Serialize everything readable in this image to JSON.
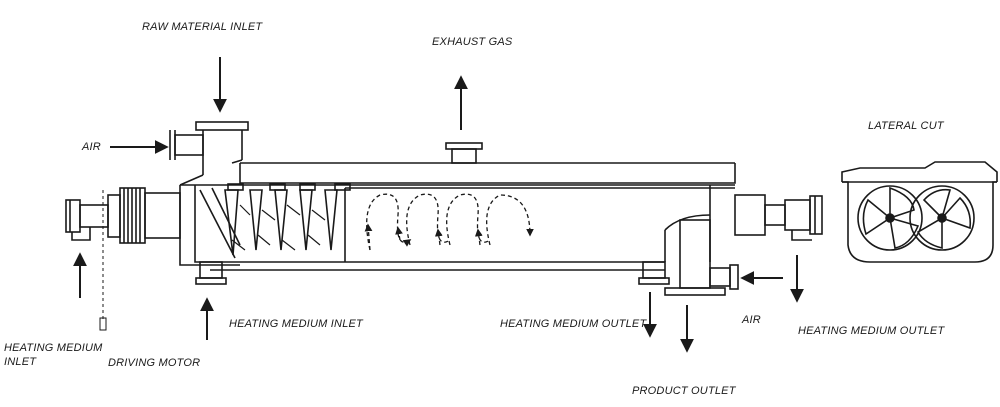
{
  "labels": {
    "raw_material_inlet": "RAW MATERIAL INLET",
    "exhaust_gas": "EXHAUST GAS",
    "air_left": "AIR",
    "heating_medium_inlet_left_1": "HEATING MEDIUM",
    "heating_medium_inlet_left_2": "INLET",
    "driving_motor": "DRIVING MOTOR",
    "heating_medium_inlet": "HEATING MEDIUM INLET",
    "heating_medium_outlet_mid": "HEATING MEDIUM OUTLET",
    "air_right": "AIR",
    "heating_medium_outlet_right": "HEATING MEDIUM OUTLET",
    "product_outlet": "PRODUCT OUTLET",
    "lateral_cut": "LATERAL CUT"
  },
  "colors": {
    "line": "#1a1a1a",
    "background": "#ffffff"
  }
}
